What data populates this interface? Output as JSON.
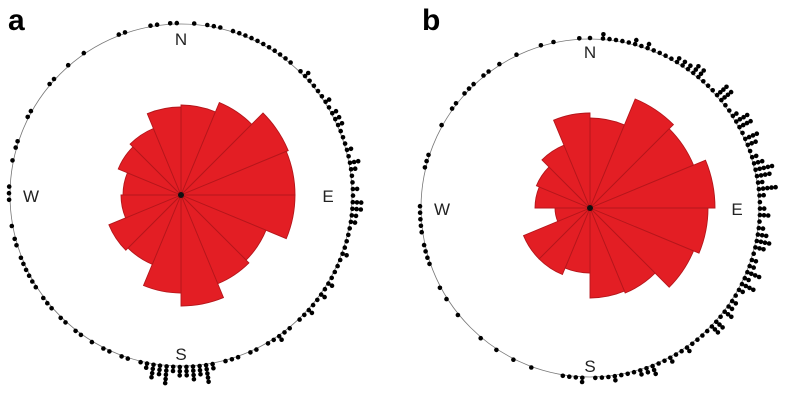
{
  "chart_data": [
    {
      "type": "rose",
      "panel": "a",
      "title": "a",
      "center": [
        181,
        195
      ],
      "circle_radius": 171,
      "compass_labels": [
        "N",
        "E",
        "S",
        "W"
      ],
      "bin_width_deg": 22.5,
      "bins_start_deg": [
        0,
        22.5,
        45,
        67.5,
        90,
        112.5,
        135,
        157.5,
        180,
        202.5,
        225,
        247.5,
        270,
        292.5,
        315,
        337.5
      ],
      "petal_radius_px": [
        90,
        100,
        116,
        114,
        114,
        92,
        96,
        111,
        98,
        75,
        78,
        60,
        58,
        68,
        72,
        88
      ],
      "petal_color": "#e31e24",
      "point_color": "#000000",
      "points_dense_sectors": [
        "NE",
        "E",
        "SE",
        "S"
      ]
    },
    {
      "type": "rose",
      "panel": "b",
      "title": "b",
      "center": [
        590,
        208
      ],
      "circle_radius": 169,
      "compass_labels": [
        "N",
        "E",
        "S",
        "W"
      ],
      "bin_width_deg": 22.5,
      "bins_start_deg": [
        0,
        22.5,
        45,
        67.5,
        90,
        112.5,
        135,
        157.5,
        180,
        202.5,
        225,
        247.5,
        270,
        292.5,
        315,
        337.5
      ],
      "petal_radius_px": [
        90,
        118,
        112,
        125,
        118,
        112,
        92,
        90,
        65,
        72,
        72,
        35,
        55,
        58,
        68,
        95
      ],
      "petal_color": "#e31e24",
      "point_color": "#000000",
      "points_dense_sectors": [
        "NE",
        "E",
        "SE"
      ]
    }
  ],
  "panels": {
    "a": {
      "label": "a",
      "north": "N",
      "east": "E",
      "south": "S",
      "west": "W"
    },
    "b": {
      "label": "b",
      "north": "N",
      "east": "E",
      "south": "S",
      "west": "W"
    }
  }
}
